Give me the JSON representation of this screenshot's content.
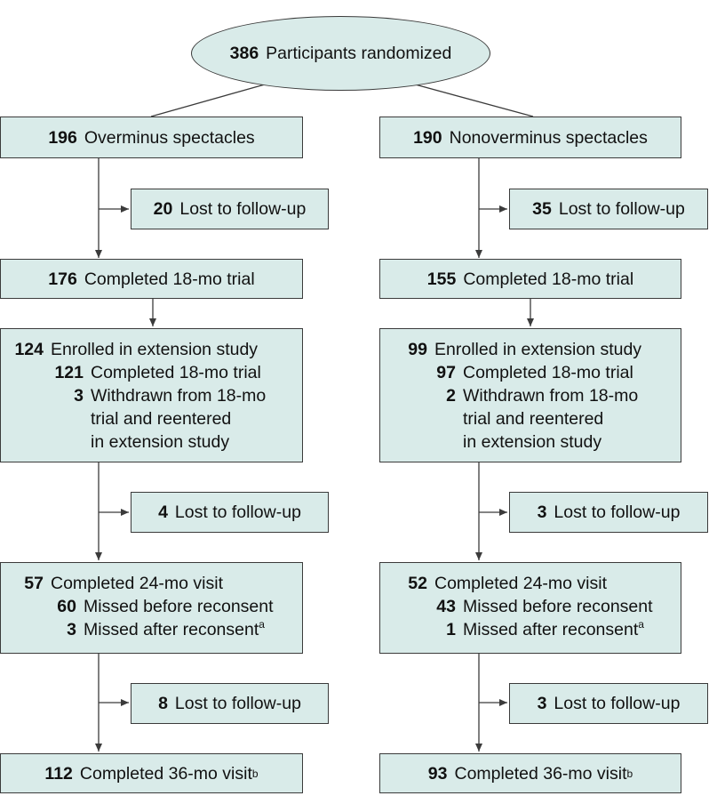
{
  "top": {
    "count": "386",
    "label": "Participants randomized"
  },
  "left": {
    "group": {
      "count": "196",
      "label": "Overminus spectacles"
    },
    "lost1": {
      "count": "20",
      "label": "Lost to follow-up"
    },
    "completed18": {
      "count": "176",
      "label": "Completed 18-mo trial"
    },
    "enrolled": {
      "count": "124",
      "label": "Enrolled in extension study",
      "sub1": {
        "count": "121",
        "label": "Completed 18-mo trial"
      },
      "sub2": {
        "count": "3",
        "lines": [
          "Withdrawn from 18-mo",
          "trial and reentered",
          "in extension study"
        ]
      }
    },
    "lost2": {
      "count": "4",
      "label": "Lost to follow-up"
    },
    "visit24": {
      "count": "57",
      "label": "Completed 24-mo visit",
      "sub1": {
        "count": "60",
        "label": "Missed before reconsent"
      },
      "sub2": {
        "count": "3",
        "label": "Missed after reconsent",
        "sup": "a"
      }
    },
    "lost3": {
      "count": "8",
      "label": "Lost to follow-up"
    },
    "visit36": {
      "count": "112",
      "label": "Completed 36-mo visit",
      "sup": "b"
    }
  },
  "right": {
    "group": {
      "count": "190",
      "label": "Nonoverminus spectacles"
    },
    "lost1": {
      "count": "35",
      "label": "Lost to follow-up"
    },
    "completed18": {
      "count": "155",
      "label": "Completed 18-mo trial"
    },
    "enrolled": {
      "count": "99",
      "label": "Enrolled in extension study",
      "sub1": {
        "count": "97",
        "label": "Completed 18-mo trial"
      },
      "sub2": {
        "count": "2",
        "lines": [
          "Withdrawn from 18-mo",
          "trial and reentered",
          "in extension study"
        ]
      }
    },
    "lost2": {
      "count": "3",
      "label": "Lost to follow-up"
    },
    "visit24": {
      "count": "52",
      "label": "Completed 24-mo visit",
      "sub1": {
        "count": "43",
        "label": "Missed before reconsent"
      },
      "sub2": {
        "count": "1",
        "label": "Missed after reconsent",
        "sup": "a"
      }
    },
    "lost3": {
      "count": "3",
      "label": "Lost to follow-up"
    },
    "visit36": {
      "count": "93",
      "label": "Completed 36-mo visit",
      "sup": "b"
    }
  }
}
